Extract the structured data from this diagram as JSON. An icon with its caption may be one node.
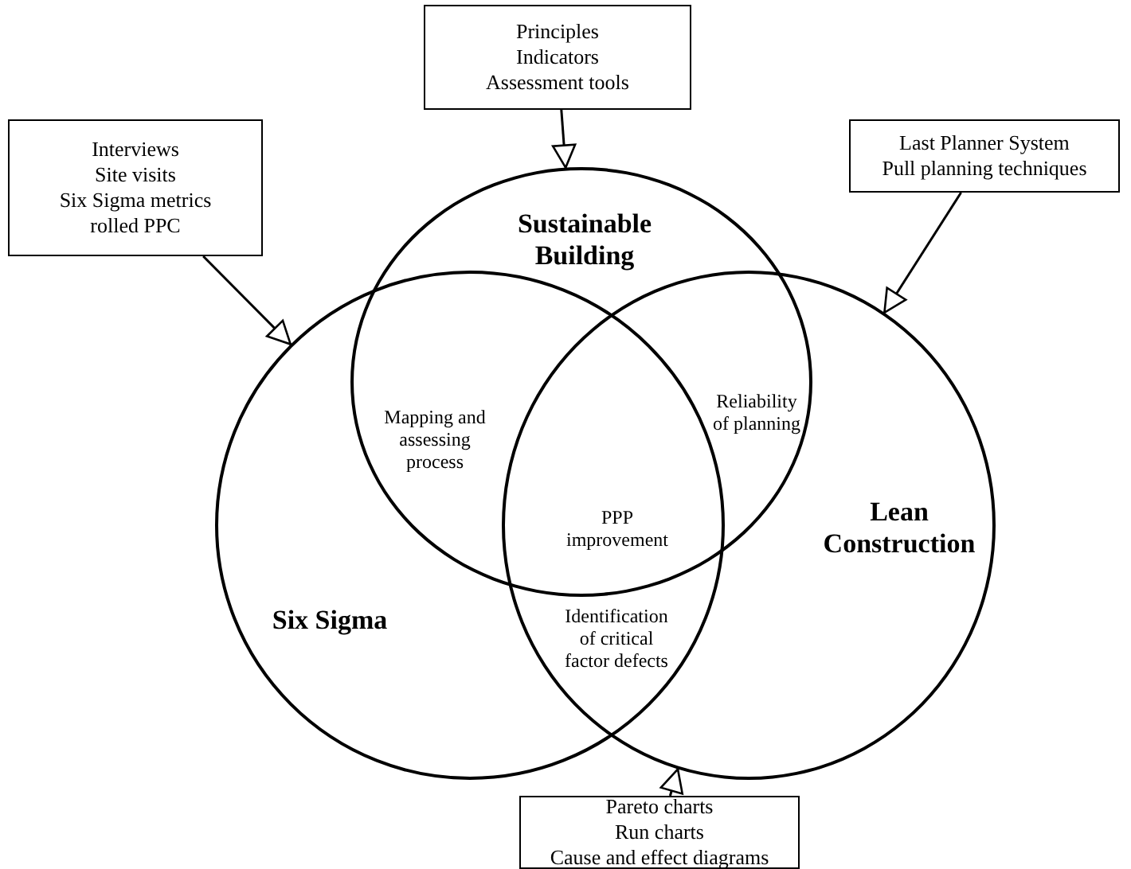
{
  "diagram": {
    "nodes": [
      {
        "text": [
          "Principles",
          "Indicators",
          "Assessment tools"
        ]
      },
      {
        "text": [
          "Interviews",
          "Site visits",
          "Six Sigma metrics",
          "rolled PPC"
        ]
      },
      {
        "text": [
          "Last Planner System",
          "Pull planning techniques"
        ]
      },
      {
        "text": [
          "Pareto charts",
          "Run charts",
          "Cause and effect diagrams"
        ]
      },
      {
        "text": [
          "Sustainable Building"
        ]
      },
      {
        "text": [
          "Six Sigma"
        ]
      },
      {
        "text": [
          "Lean Construction"
        ]
      }
    ],
    "edges": [
      {
        "from": 0,
        "to": 4,
        "arrow": "to"
      },
      {
        "from": 1,
        "to": 5,
        "arrow": "to"
      },
      {
        "from": 2,
        "to": 6,
        "arrow": "to"
      },
      {
        "from": 3,
        "to": 6,
        "arrow": "to"
      }
    ],
    "labels": [
      "Mapping and assessing process",
      "Reliability of planning",
      "PPP improvement",
      "Identification of critical factor defects"
    ]
  }
}
